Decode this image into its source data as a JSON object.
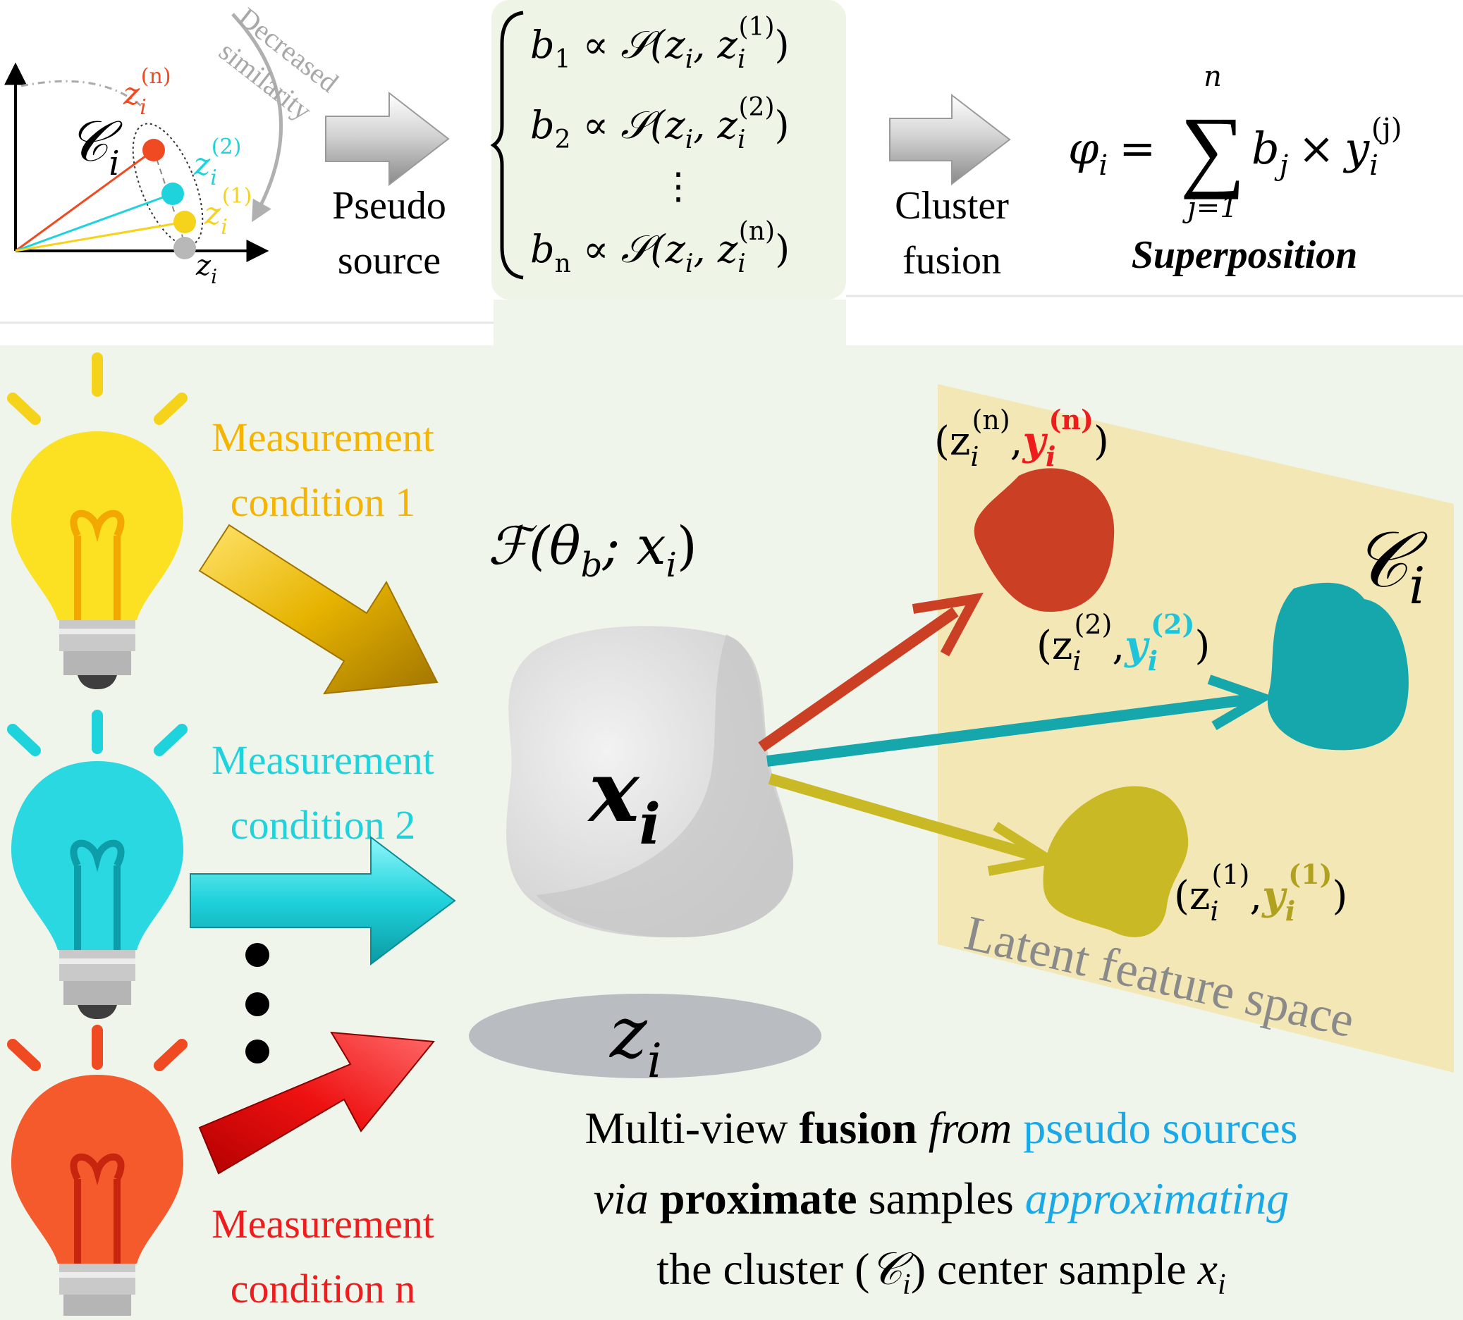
{
  "colors": {
    "orange_text": "#f5b400",
    "cyan_text": "#1fd3dd",
    "red_text": "#ee1c1c",
    "blue_text": "#1aa8e6",
    "teal_blob": "#16a7ac",
    "red_blob": "#cb3f24",
    "olive_blob": "#c9b924",
    "latent_panel": "#f4e7b6",
    "bottom_panel": "#eff5ea"
  },
  "top": {
    "axis": {
      "cluster_label": "𝒞",
      "cluster_sub": "i",
      "decreased_similarity": [
        "Decreased",
        "similarity"
      ],
      "z_labels": {
        "zn": "z",
        "zn_sub": "i",
        "zn_sup": "(n)",
        "z2": "z",
        "z2_sub": "i",
        "z2_sup": "(2)",
        "z1": "z",
        "z1_sub": "i",
        "z1_sup": "(1)",
        "z0": "z",
        "z0_sub": "i"
      }
    },
    "pseudo_source": [
      "Pseudo",
      "source"
    ],
    "equations": [
      {
        "b": "b",
        "sub": "1",
        "rel": " ∝ 𝒮(z",
        "zsub": "i",
        "mid": ", z",
        "z2sub": "i",
        "sup": "(1)",
        "close": ")"
      },
      {
        "b": "b",
        "sub": "2",
        "rel": " ∝ 𝒮(z",
        "zsub": "i",
        "mid": ", z",
        "z2sub": "i",
        "sup": "(2)",
        "close": ")"
      },
      {
        "b": "b",
        "sub": "n",
        "rel": " ∝ 𝒮(z",
        "zsub": "i",
        "mid": ", z",
        "z2sub": "i",
        "sup": "(n)",
        "close": ")"
      }
    ],
    "vdots": "⋮",
    "cluster_fusion": [
      "Cluster",
      "fusion"
    ],
    "superposition": {
      "phi": "φ",
      "phi_sub": "i",
      "equals": "=",
      "sum": "∑",
      "sum_top": "n",
      "sum_bottom": "j=1",
      "term_b": "b",
      "term_b_sub": "j",
      "times": "×",
      "term_y": "y",
      "term_y_sub": "i",
      "term_y_sup": "(j)",
      "caption": "Superposition"
    }
  },
  "bottom": {
    "conditions": [
      {
        "line1": "Measurement",
        "line2": "condition 1"
      },
      {
        "line1": "Measurement",
        "line2": "condition 2"
      },
      {
        "line1": "Measurement",
        "line2": "condition n"
      }
    ],
    "model": {
      "F": "ℱ(θ",
      "F_sub": "b",
      "F_rest": "; x",
      "F_xsub": "i",
      "F_close": ")"
    },
    "center": {
      "x": "x",
      "x_sub": "i",
      "z": "z",
      "z_sub": "i"
    },
    "cluster_label": "𝒞",
    "cluster_sub": "i",
    "pairs": [
      {
        "open": "(z",
        "zsub": "i",
        "zsup": "(n)",
        "comma": ",",
        "y": "y",
        "ysub": "i",
        "ysup": "(n)",
        "close": ")"
      },
      {
        "open": "(z",
        "zsub": "i",
        "zsup": "(2)",
        "comma": ",",
        "y": "y",
        "ysub": "i",
        "ysup": "(2)",
        "close": ")"
      },
      {
        "open": "(z",
        "zsub": "i",
        "zsup": "(1)",
        "comma": ",",
        "y": "y",
        "ysub": "i",
        "ysup": "(1)",
        "close": ")"
      }
    ],
    "latent_label": "Latent feature space",
    "caption": {
      "l1_a": "Multi-view ",
      "l1_b": "fusion",
      "l1_c": " from",
      "l1_d": " pseudo sources",
      "l2_a": "via",
      "l2_b": " proximate",
      "l2_c": " samples ",
      "l2_d": "approximating",
      "l3_a": "the cluster (",
      "l3_b": "𝒞",
      "l3_c": "i",
      "l3_d": ") center sample ",
      "l3_e": "x",
      "l3_f": "i"
    }
  }
}
